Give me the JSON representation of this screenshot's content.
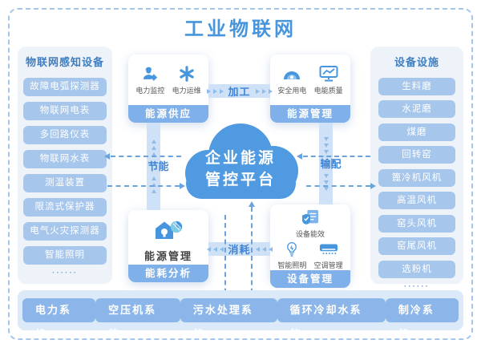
{
  "title": "工业物联网",
  "colors": {
    "accent": "#4796dd",
    "cloud": "#4f9ae0",
    "panel_bg": "#eef3fa",
    "item_pill": "#a6c6ec",
    "box_band": "#7fb0ea",
    "flow_band": "#cfe1f6",
    "system_pill": "#8cb6e9",
    "dashed_line": "#6aa3dd"
  },
  "left_panel": {
    "header": "物联网感知设备",
    "items": [
      "故障电弧探测器",
      "物联网电表",
      "多回路仪表",
      "物联网水表",
      "测温装置",
      "限流式保护器",
      "电气火灾探测器",
      "智能照明"
    ],
    "ellipsis": "······"
  },
  "right_panel": {
    "header": "设备设施",
    "items": [
      "生料磨",
      "水泥磨",
      "煤磨",
      "回转窑",
      "篦冷机风机",
      "高温风机",
      "窑头风机",
      "窑尾风机",
      "选粉机"
    ],
    "ellipsis": "······"
  },
  "cloud": {
    "line1": "企业能源",
    "line2": "管控平台"
  },
  "boxes": {
    "supply": {
      "band": "能源供应",
      "icons": [
        {
          "label": "电力监控"
        },
        {
          "label": "电力运维"
        }
      ]
    },
    "management": {
      "band": "能源管理",
      "icons": [
        {
          "label": "安全用电"
        },
        {
          "label": "电能质量"
        }
      ]
    },
    "analysis": {
      "band": "能耗分析",
      "title": "能源管理"
    },
    "device": {
      "band": "设备管理",
      "efficiency_label": "设备能效",
      "icons": [
        {
          "label": "智能照明"
        },
        {
          "label": "空调管理"
        }
      ]
    }
  },
  "flows": {
    "process": "加工",
    "distribute": "输配",
    "consume": "消耗",
    "save": "节能"
  },
  "bottom_systems": [
    "电力系统",
    "空压机系统",
    "污水处理系统",
    "循环冷却水系统",
    "制冷系统"
  ]
}
